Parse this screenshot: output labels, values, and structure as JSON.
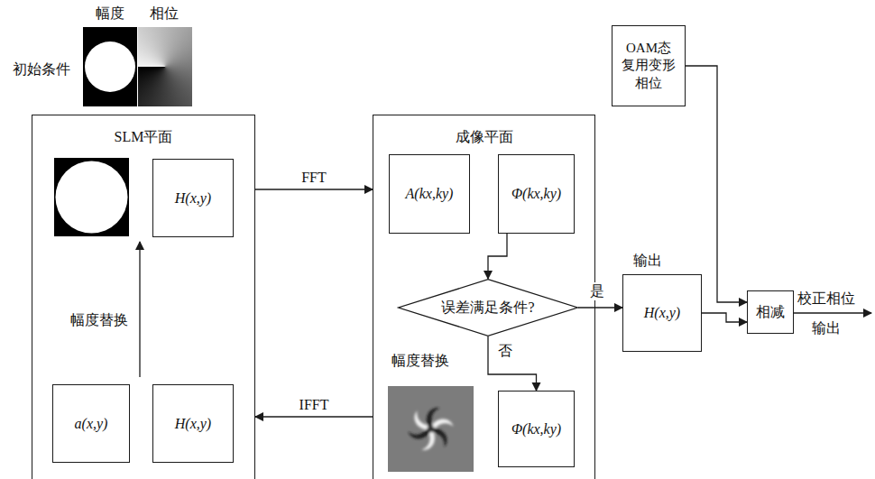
{
  "diagram": {
    "nodes": [
      {
        "text": [
          "SLM平面"
        ]
      },
      {
        "text": [
          "H(x,y)"
        ],
        "in": 0
      },
      {
        "text": [
          "a(x,y)"
        ],
        "in": 0
      },
      {
        "text": [
          "H(x,y)"
        ],
        "in": 0
      },
      {
        "text": [
          "成像平面"
        ]
      },
      {
        "text": [
          "A(kx,ky)"
        ],
        "in": 4
      },
      {
        "text": [
          "Φ(kx,ky)"
        ],
        "in": 4
      },
      {
        "text": [
          "误差满足条件?"
        ],
        "in": 4
      },
      {
        "text": [
          "Φ(kx,ky)"
        ],
        "in": 4
      },
      {
        "text": [
          "H(x,y)"
        ]
      },
      {
        "text": [
          "OAM态 复用变形 相位"
        ]
      },
      {
        "text": [
          "相减"
        ]
      }
    ],
    "edges": [
      {
        "from": 0,
        "to": 4,
        "arrow": "to",
        "label": "FFT"
      },
      {
        "from": 4,
        "to": 0,
        "arrow": "to",
        "label": "IFFT"
      },
      {
        "from": 6,
        "to": 7,
        "arrow": "to"
      },
      {
        "from": 7,
        "to": 8,
        "arrow": "to",
        "label": "否"
      },
      {
        "from": 7,
        "to": 9,
        "arrow": "to",
        "label": "是"
      },
      {
        "from": 10,
        "to": 11,
        "arrow": "to"
      },
      {
        "from": 9,
        "to": 11,
        "arrow": "to"
      }
    ],
    "labels": [
      "初始条件",
      "幅度",
      "相位",
      "幅度替换",
      "幅度替换",
      "输出",
      "校正相位",
      "输出"
    ]
  }
}
